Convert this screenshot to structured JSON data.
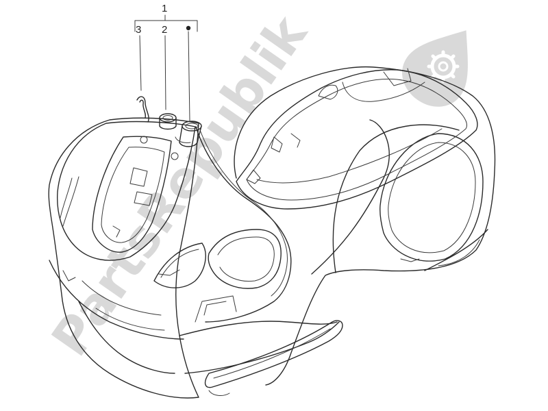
{
  "callouts": {
    "group_label": "1",
    "item_2": "2",
    "item_3": "3"
  },
  "watermark": {
    "text": "PartsRepublik",
    "color": "#d9d9d9",
    "icon": "gear-drop-icon"
  },
  "colors": {
    "line": "#2a2a2a",
    "background": "#ffffff"
  }
}
